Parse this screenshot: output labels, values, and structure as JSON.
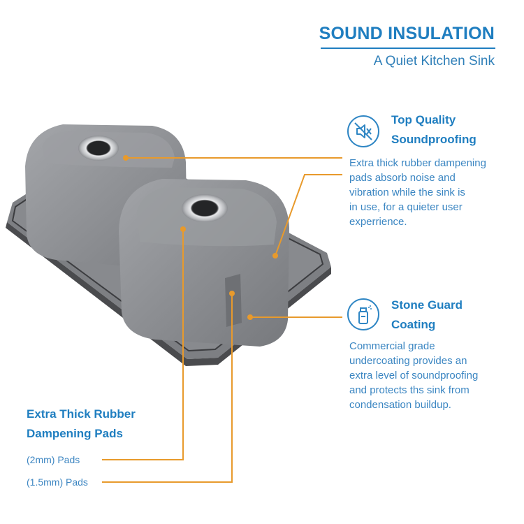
{
  "header": {
    "title": "SOUND INSULATION",
    "subtitle": "A Quiet Kitchen Sink"
  },
  "features": [
    {
      "title_line1": "Top Quality",
      "title_line2": "Soundproofing",
      "icon": "muted-speaker-icon",
      "text_lines": [
        "Extra thick rubber dampening",
        "pads absorb noise and",
        "vibration while the sink is",
        "in use, for a quieter user",
        "experrience."
      ]
    },
    {
      "title_line1": "Stone Guard",
      "title_line2": "Coating",
      "icon": "spray-can-icon",
      "text_lines": [
        "Commercial grade",
        "undercoating provides an",
        "extra level of soundproofing",
        "and protects ths sink from",
        "condensation buildup."
      ]
    }
  ],
  "pads": {
    "title_line1": "Extra Thick Rubber",
    "title_line2": "Dampening Pads",
    "labels": [
      "(2mm) Pads",
      "(1.5mm) Pads"
    ]
  },
  "colors": {
    "accent_blue": "#1f7ec0",
    "callout_orange": "#e89a2c",
    "sink_gray": "#8a8c90"
  }
}
